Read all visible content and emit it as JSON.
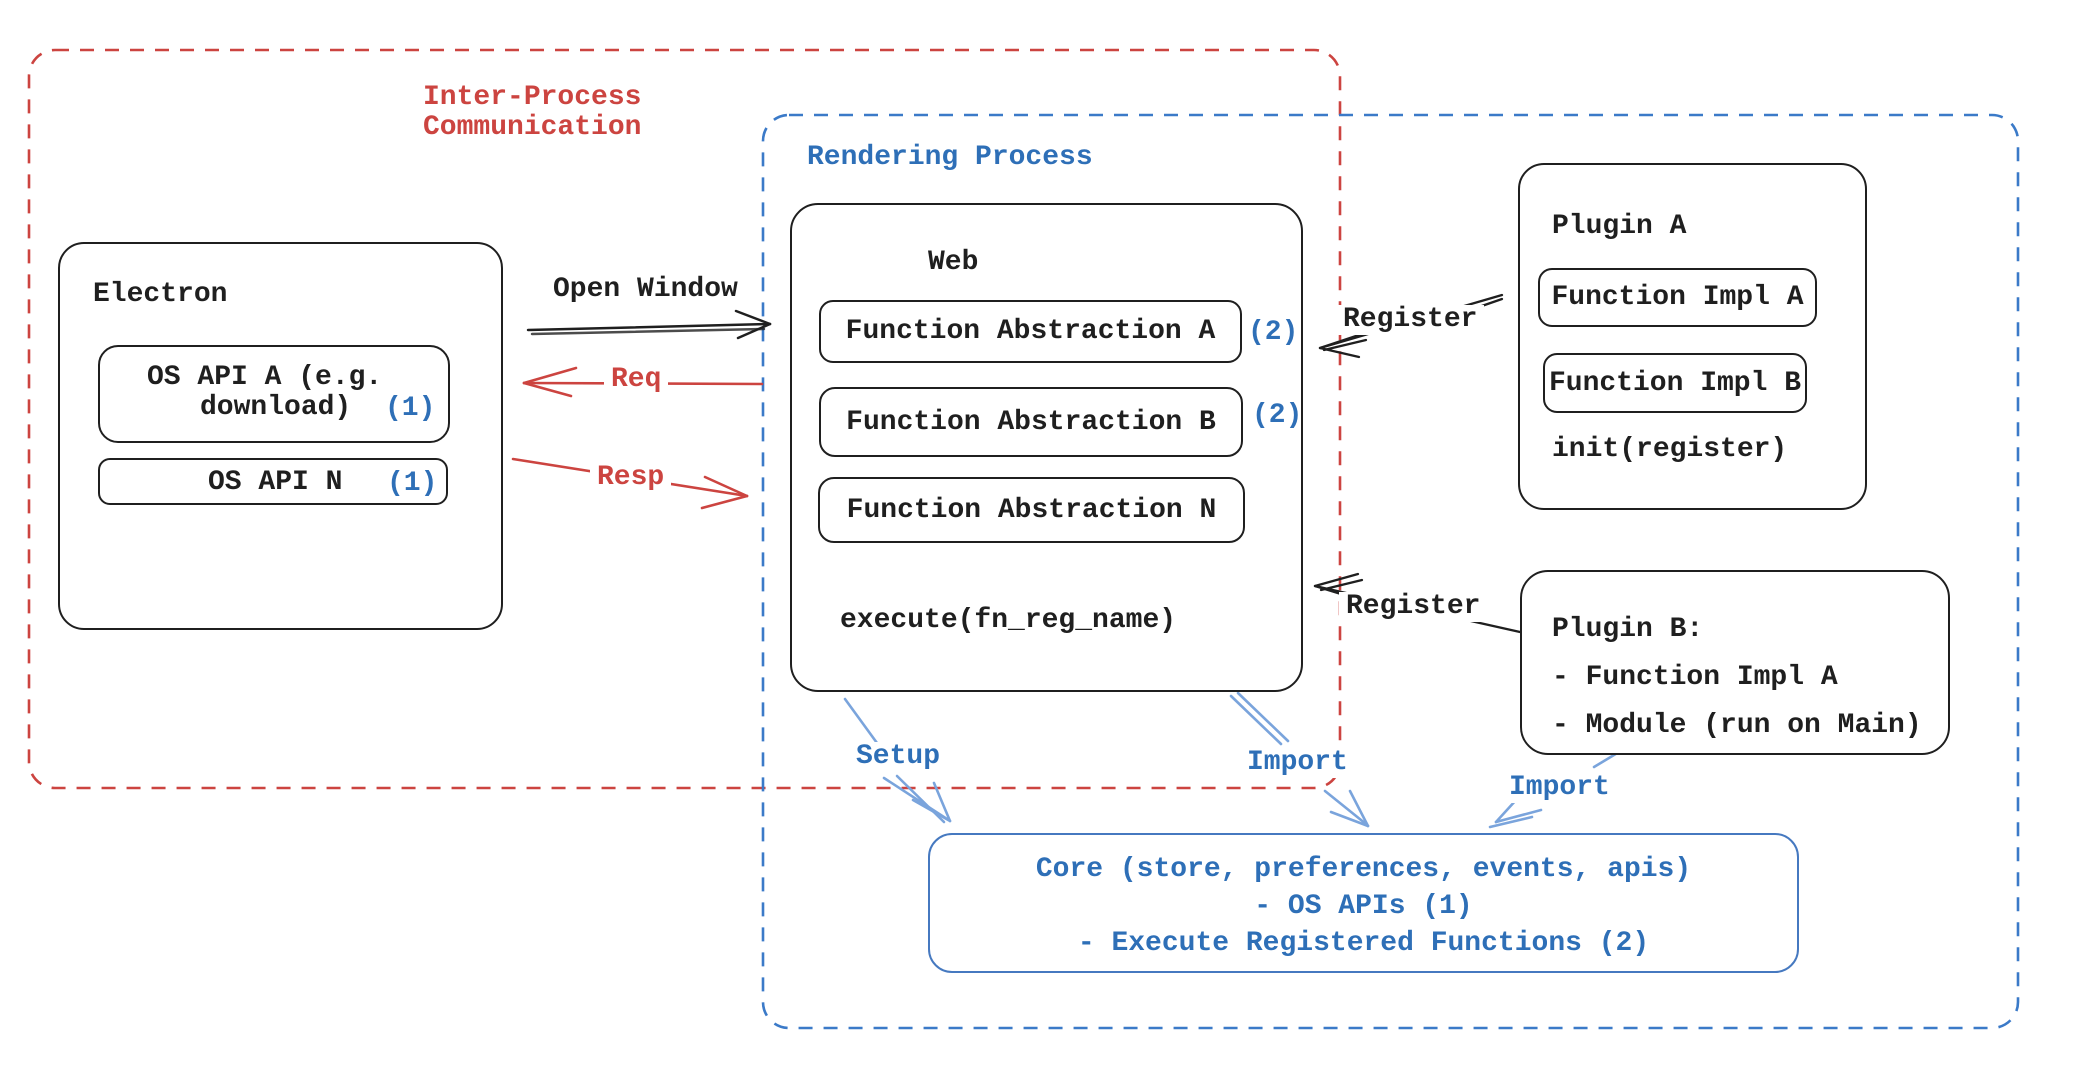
{
  "colors": {
    "red": "#cc4440",
    "blue": "#2e6fb7",
    "light_blue": "#7aa4dc",
    "black": "#1f1f1f",
    "core_border": "#4679c0"
  },
  "groups": {
    "ipc": {
      "label_line1": "Inter-Process",
      "label_line2": "Communication"
    },
    "rendering": {
      "label": "Rendering Process"
    }
  },
  "electron": {
    "title": "Electron",
    "os_api_a": {
      "line1": "OS API A (e.g.",
      "line2": "download)",
      "marker": "(1)"
    },
    "os_api_n": {
      "label": "OS API N",
      "marker": "(1)"
    }
  },
  "web": {
    "title": "Web",
    "abstractions": [
      {
        "label": "Function Abstraction A",
        "marker": "(2)"
      },
      {
        "label": "Function Abstraction B",
        "marker": "(2)"
      },
      {
        "label": "Function Abstraction N",
        "marker": ""
      }
    ],
    "execute": "execute(fn_reg_name)"
  },
  "plugin_a": {
    "title": "Plugin A",
    "impls": [
      "Function Impl A",
      "Function Impl B"
    ],
    "init": "init(register)"
  },
  "plugin_b": {
    "line1": "Plugin B:",
    "line2": "- Function Impl A",
    "line3": "- Module (run on Main)"
  },
  "core": {
    "line1": "Core (store, preferences, events, apis)",
    "line2": "- OS APIs (1)",
    "line3": "- Execute Registered Functions (2)"
  },
  "arrows": {
    "open_window": "Open Window",
    "req": "Req",
    "resp": "Resp",
    "register_a": "Register",
    "register_b": "Register",
    "setup": "Setup",
    "import_web": "Import",
    "import_plugin_b": "Import"
  }
}
